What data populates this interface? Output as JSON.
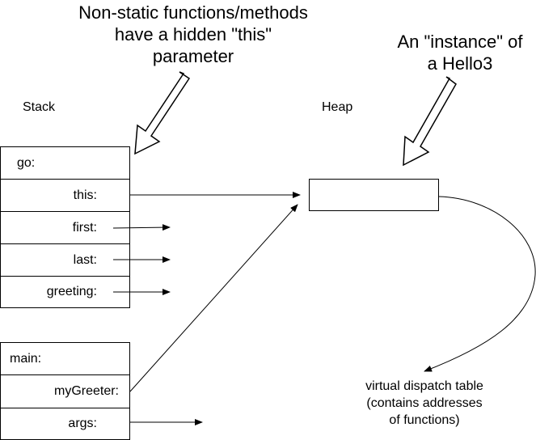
{
  "annotations": {
    "this_param_lines": [
      "Non-static functions/methods",
      "have a hidden \"this\"",
      "parameter"
    ],
    "instance_lines": [
      "An \"instance\" of",
      "a Hello3"
    ]
  },
  "regions": {
    "stack_label": "Stack",
    "heap_label": "Heap"
  },
  "go_frame": {
    "header": "go:",
    "vars": [
      "this:",
      "first:",
      "last:",
      "greeting:"
    ]
  },
  "main_frame": {
    "header": "main:",
    "vars": [
      "myGreeter:",
      "args:"
    ]
  },
  "vdt_lines": [
    "virtual dispatch table",
    "(contains addresses",
    "of functions)"
  ]
}
